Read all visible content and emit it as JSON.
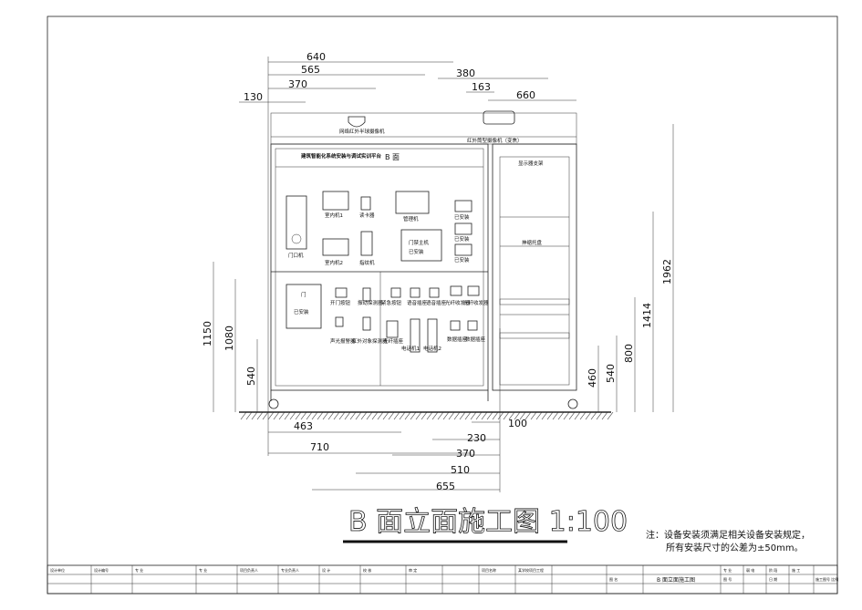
{
  "dimensions": {
    "top": {
      "d640": "640",
      "d565": "565",
      "d370": "370",
      "d130": "130",
      "d380": "380",
      "d163": "163",
      "d660": "660"
    },
    "bottom": {
      "d463": "463",
      "d710": "710",
      "d100": "100",
      "d230": "230",
      "d370": "370",
      "d510": "510",
      "d655": "655"
    },
    "left": {
      "d1150": "1150",
      "d1080": "1080",
      "d540": "540"
    },
    "right": {
      "d460": "460",
      "d540": "540",
      "d800": "800",
      "d1414": "1414",
      "d1962": "1962"
    }
  },
  "labels": {
    "dome_camera": "网络红外半球摄像机",
    "bullet_camera": "红外筒型摄像机（变焦）",
    "panel_title": "建筑智能化系统安装与调试实训平台",
    "panel_face": "B 面",
    "door_unit": "门口机",
    "indoor1": "室内机1",
    "indoor2": "室内机2",
    "card_reader": "读卡器",
    "fingerprint": "指纹机",
    "manager": "管理机",
    "access_host": "门禁主机",
    "access_host_status": "已安装",
    "installed": "已安装",
    "monitor_bracket": "显示器支架",
    "slide_tray": "抻缩托盘",
    "door": "门",
    "door_status": "已安装",
    "open_button": "开门按钮",
    "vibration": "振动探测器",
    "emergency": "紧急按钮",
    "voice1": "语音插座",
    "voice2": "语音插座",
    "fiber_tx1": "光纤收发器",
    "fiber_tx2": "光纤收发器",
    "sound_light": "声光报警器",
    "infrared": "红外对象探测器",
    "fiber_socket": "光纤插座",
    "phone1": "电话机1",
    "phone2": "电话机2",
    "data_socket1": "数据插座",
    "data_socket2": "数据插座"
  },
  "drawing_title": "B 面立面施工图  1:100",
  "note": {
    "line1": "注：设备安装须满足相关设备安装规定，",
    "line2": "所有安装尺寸的公差为±50mm。"
  },
  "title_block": {
    "sheet_name": "B 面立面施工图",
    "cells": [
      "设计单位",
      "设计编号",
      "专 业",
      "专 业",
      "项目负责人",
      "专业负责人",
      "设 计",
      "校 核",
      "审 定",
      "项目名称",
      "某学校项目工程",
      "图 名",
      "专 业",
      "弱 电",
      "阶 段",
      "施 工",
      "图 号",
      "日 期",
      "施工图号 比例"
    ]
  }
}
